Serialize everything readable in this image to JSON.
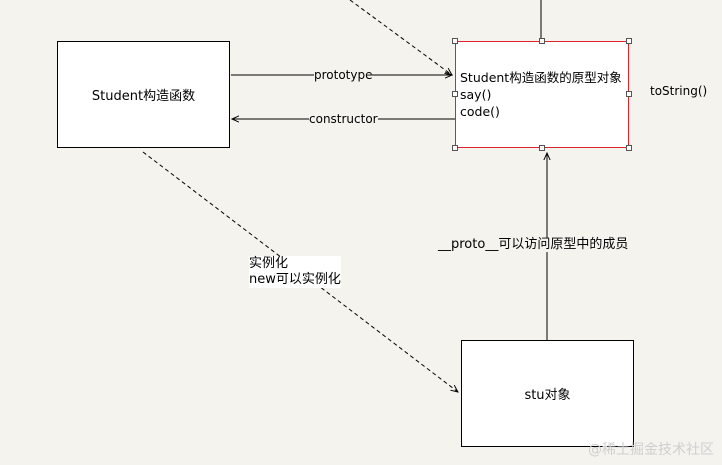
{
  "nodes": {
    "student_constructor": "Student构造函数",
    "prototype_object": {
      "title": "Student构造函数的原型对象",
      "members": [
        "say()",
        "code()"
      ]
    },
    "stu_object": "stu对象"
  },
  "edge_labels": {
    "prototype": "prototype",
    "constructor": "constructor",
    "proto_access": "__proto__可以访问原型中的成员",
    "tostring": "toString()",
    "instantiate_line1": "实例化",
    "instantiate_line2": "new可以实例化"
  },
  "watermark": "@稀土掘金技术社区",
  "colors": {
    "background": "#f5f3ee",
    "selection_border": "#e0232a"
  }
}
